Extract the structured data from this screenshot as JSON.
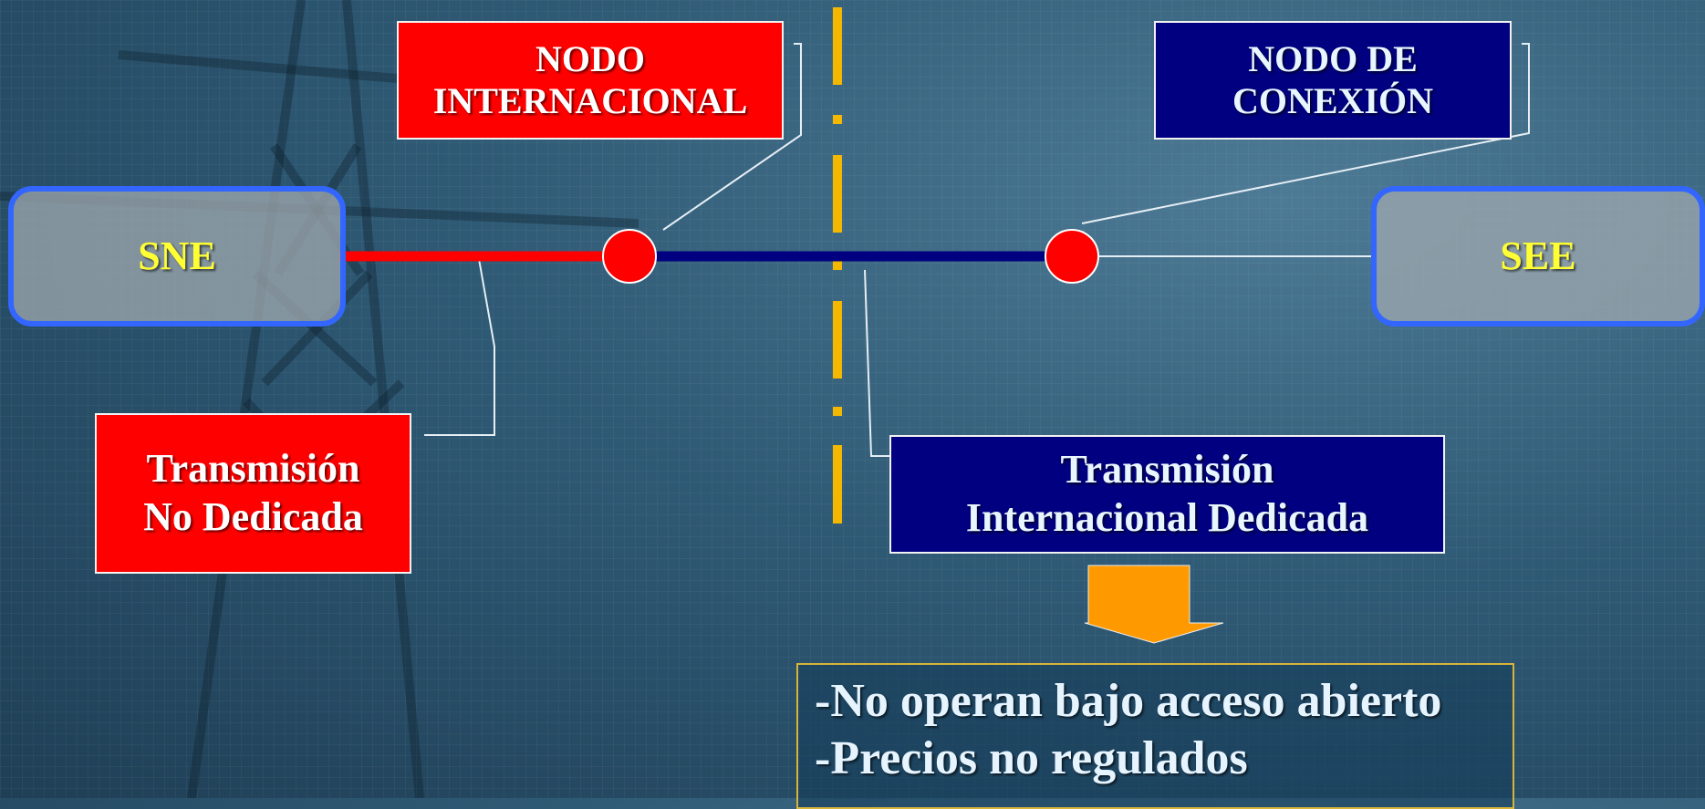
{
  "nodes": {
    "sne": {
      "label": "SNE"
    },
    "see": {
      "label": "SEE"
    }
  },
  "labels": {
    "nodo_internacional": [
      "NODO",
      "INTERNACIONAL"
    ],
    "nodo_conexion": [
      "NODO DE",
      "CONEXIÓN"
    ],
    "transmision_no_dedicada": [
      "Transmisión",
      "No Dedicada"
    ],
    "transmision_internacional": [
      "Transmisión",
      "Internacional Dedicada"
    ]
  },
  "notes": [
    "-No operan bajo acceso abierto",
    "-Precios no regulados"
  ],
  "colors": {
    "red": "#ff0000",
    "navy": "#000080",
    "border_blue": "#3366ff",
    "node_text": "#ffff33",
    "dashed_line": "#f5b800",
    "arrow": "#ff9900"
  }
}
